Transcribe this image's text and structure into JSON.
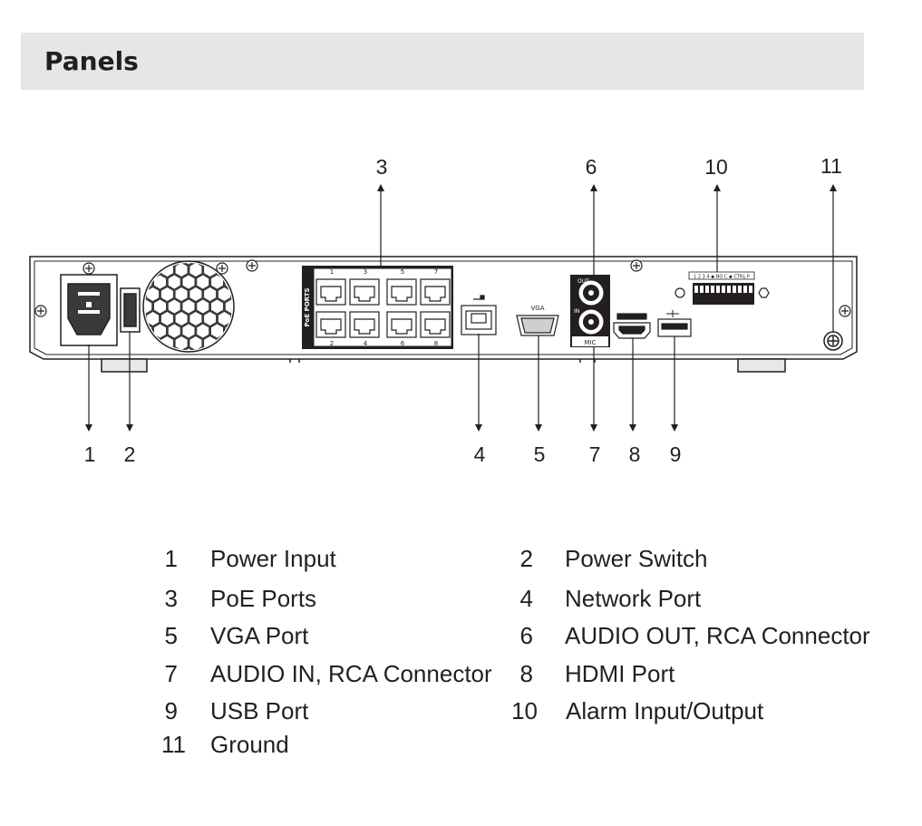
{
  "header": {
    "title": "Panels"
  },
  "diagram": {
    "callouts": [
      "1",
      "2",
      "3",
      "4",
      "5",
      "6",
      "7",
      "8",
      "9",
      "10",
      "11"
    ],
    "panel_text": {
      "poe_ports": "PoE PORTS",
      "port_numbers_top": [
        "1",
        "3",
        "5",
        "7"
      ],
      "port_numbers_bottom": [
        "2",
        "4",
        "6",
        "8"
      ],
      "vga": "VGA",
      "out": "OUT",
      "in": "IN",
      "mic": "MIC",
      "alarm_strip": "1 2 3 4 ◆ NO C ◆ CTRL P"
    }
  },
  "legend": [
    {
      "num": "1",
      "label": "Power Input"
    },
    {
      "num": "2",
      "label": "Power Switch"
    },
    {
      "num": "3",
      "label": "PoE Ports"
    },
    {
      "num": "4",
      "label": "Network Port"
    },
    {
      "num": "5",
      "label": "VGA Port"
    },
    {
      "num": "6",
      "label": "AUDIO OUT, RCA Connector"
    },
    {
      "num": "7",
      "label": "AUDIO IN, RCA Connector"
    },
    {
      "num": "8",
      "label": "HDMI Port"
    },
    {
      "num": "9",
      "label": "USB Port"
    },
    {
      "num": "10",
      "label": "Alarm Input/Output"
    },
    {
      "num": "11",
      "label": "Ground"
    }
  ]
}
